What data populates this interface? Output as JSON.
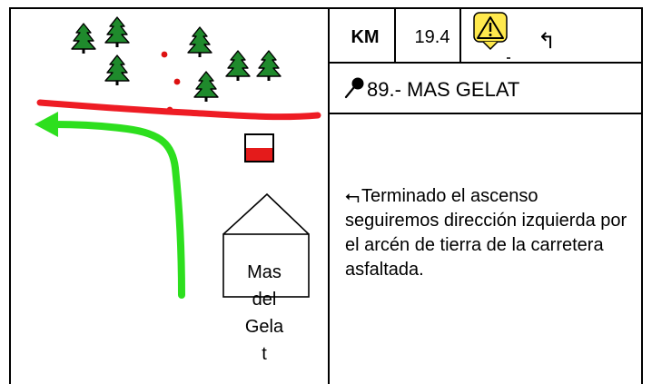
{
  "header": {
    "km_label": "KM",
    "km_value": "19.4",
    "turn_symbol": "↰"
  },
  "waypoint": {
    "title": "89.- MAS GELAT"
  },
  "description": {
    "arrow": "⮢",
    "text": "Terminado el ascenso seguiremos dirección izquierda por el arcén de tierra de la carretera asfaltada."
  },
  "map": {
    "house_label_lines": [
      "Mas",
      "del",
      "Gela",
      "t"
    ],
    "colors": {
      "road": "#ee1c24",
      "route": "#2ddf1e",
      "tree": "#1f8a2c",
      "dots": "#dd1111",
      "warning_fill": "#ffe94d"
    },
    "icons": [
      "tree-icon",
      "warning-icon",
      "pin-icon",
      "sign-icon",
      "house-icon"
    ]
  }
}
